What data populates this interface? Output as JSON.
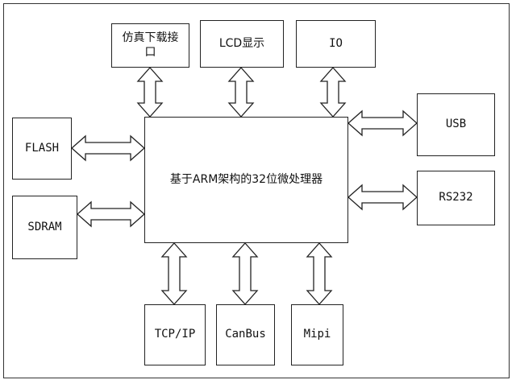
{
  "diagram": {
    "cpu": "基于ARM架构的32位微处理器",
    "top": [
      "仿真下载接口",
      "LCD显示",
      "IO"
    ],
    "left": [
      "FLASH",
      "SDRAM"
    ],
    "right": [
      "USB",
      "RS232"
    ],
    "bottom": [
      "TCP/IP",
      "CanBus",
      "Mipi"
    ]
  }
}
